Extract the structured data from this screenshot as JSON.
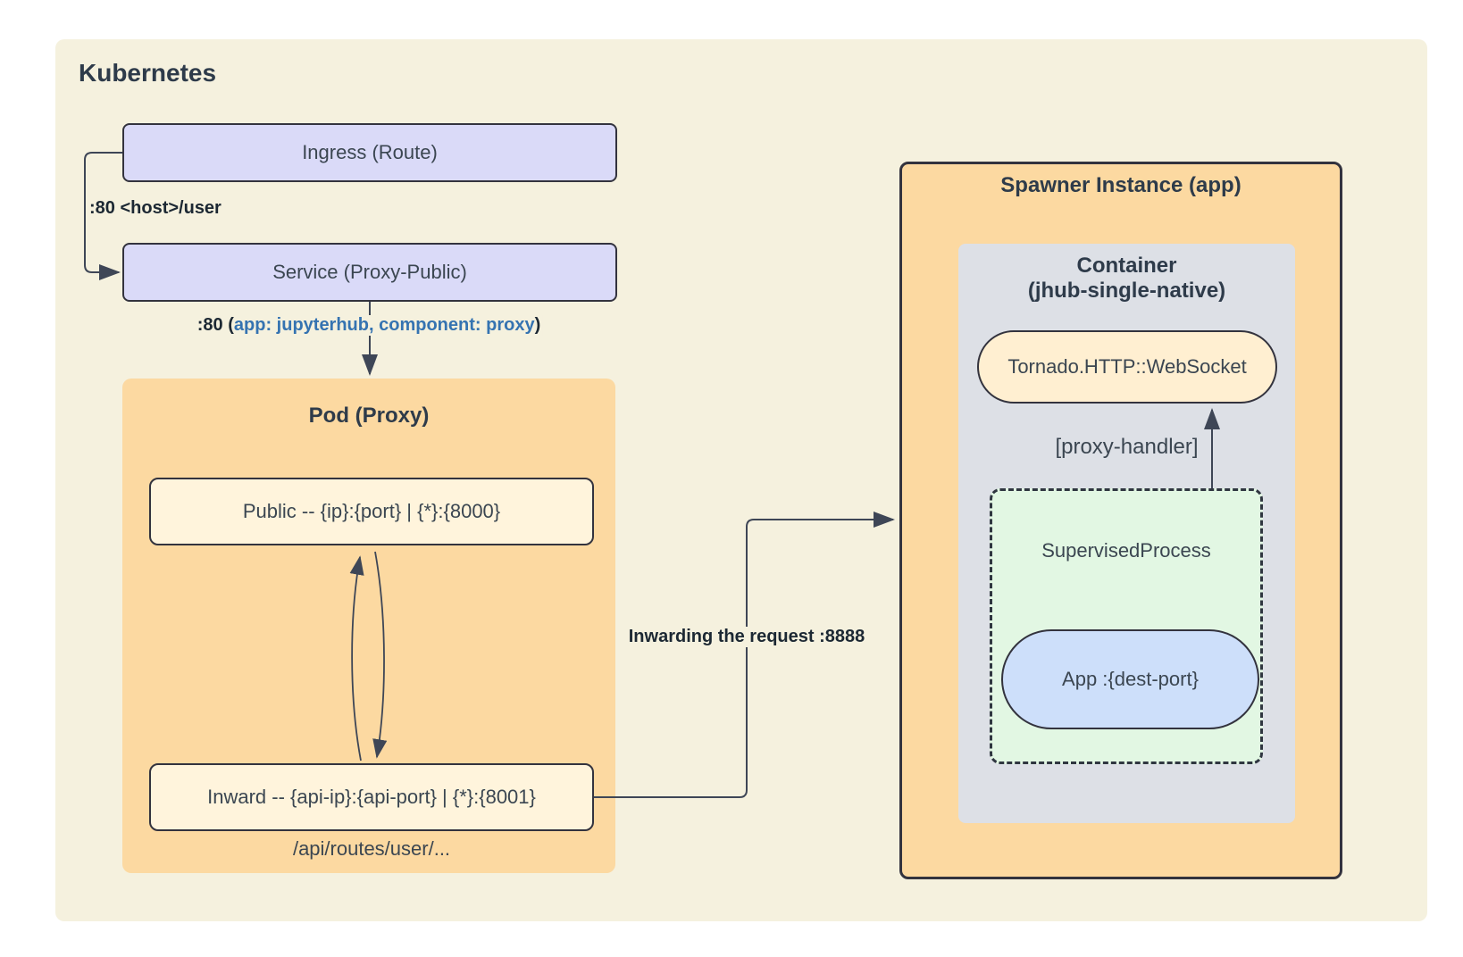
{
  "colors": {
    "page-bg": "#ffffff",
    "canvas-bg": "#f5f1de",
    "lavender": "#dadaf8",
    "orange": "#fcd9a1",
    "cream": "#fff4dc",
    "gray": "#dde0e6",
    "green": "#e2f7e3",
    "blue-pill": "#cddffa",
    "tornado-pill": "#ffefd1",
    "border-dark": "#33333e",
    "line": "#3e4656",
    "title-text": "#2e3b4a",
    "node-text": "#3b4651",
    "edge-text": "#1c2833",
    "selector-blue": "#3573b1"
  },
  "diagram": {
    "title": "Kubernetes",
    "nodes": {
      "ingress": "Ingress (Route)",
      "service": "Service (Proxy-Public)",
      "public": "Public -- {ip}:{port} | {*}:{8000}",
      "inward": "Inward -- {api-ip}:{api-port} | {*}:{8001}",
      "tornado": "Tornado.HTTP::WebSocket",
      "supervised": "SupervisedProcess",
      "app": "App :{dest-port}"
    },
    "groups": {
      "pod_title": "Pod (Proxy)",
      "spawner_title": "Spawner Instance (app)",
      "container_title_line1": "Container",
      "container_title_line2": "(jhub-single-native)"
    },
    "labels": {
      "ingress_service": ":80 <host>/user",
      "service_pod_prefix": ":80 (",
      "service_pod_selector": "app: jupyterhub, component: proxy",
      "service_pod_suffix": ")",
      "inward_spawner": "Inwarding the request :8888",
      "proxy_handler": "[proxy-handler]",
      "routes_note": "/api/routes/user/..."
    }
  }
}
